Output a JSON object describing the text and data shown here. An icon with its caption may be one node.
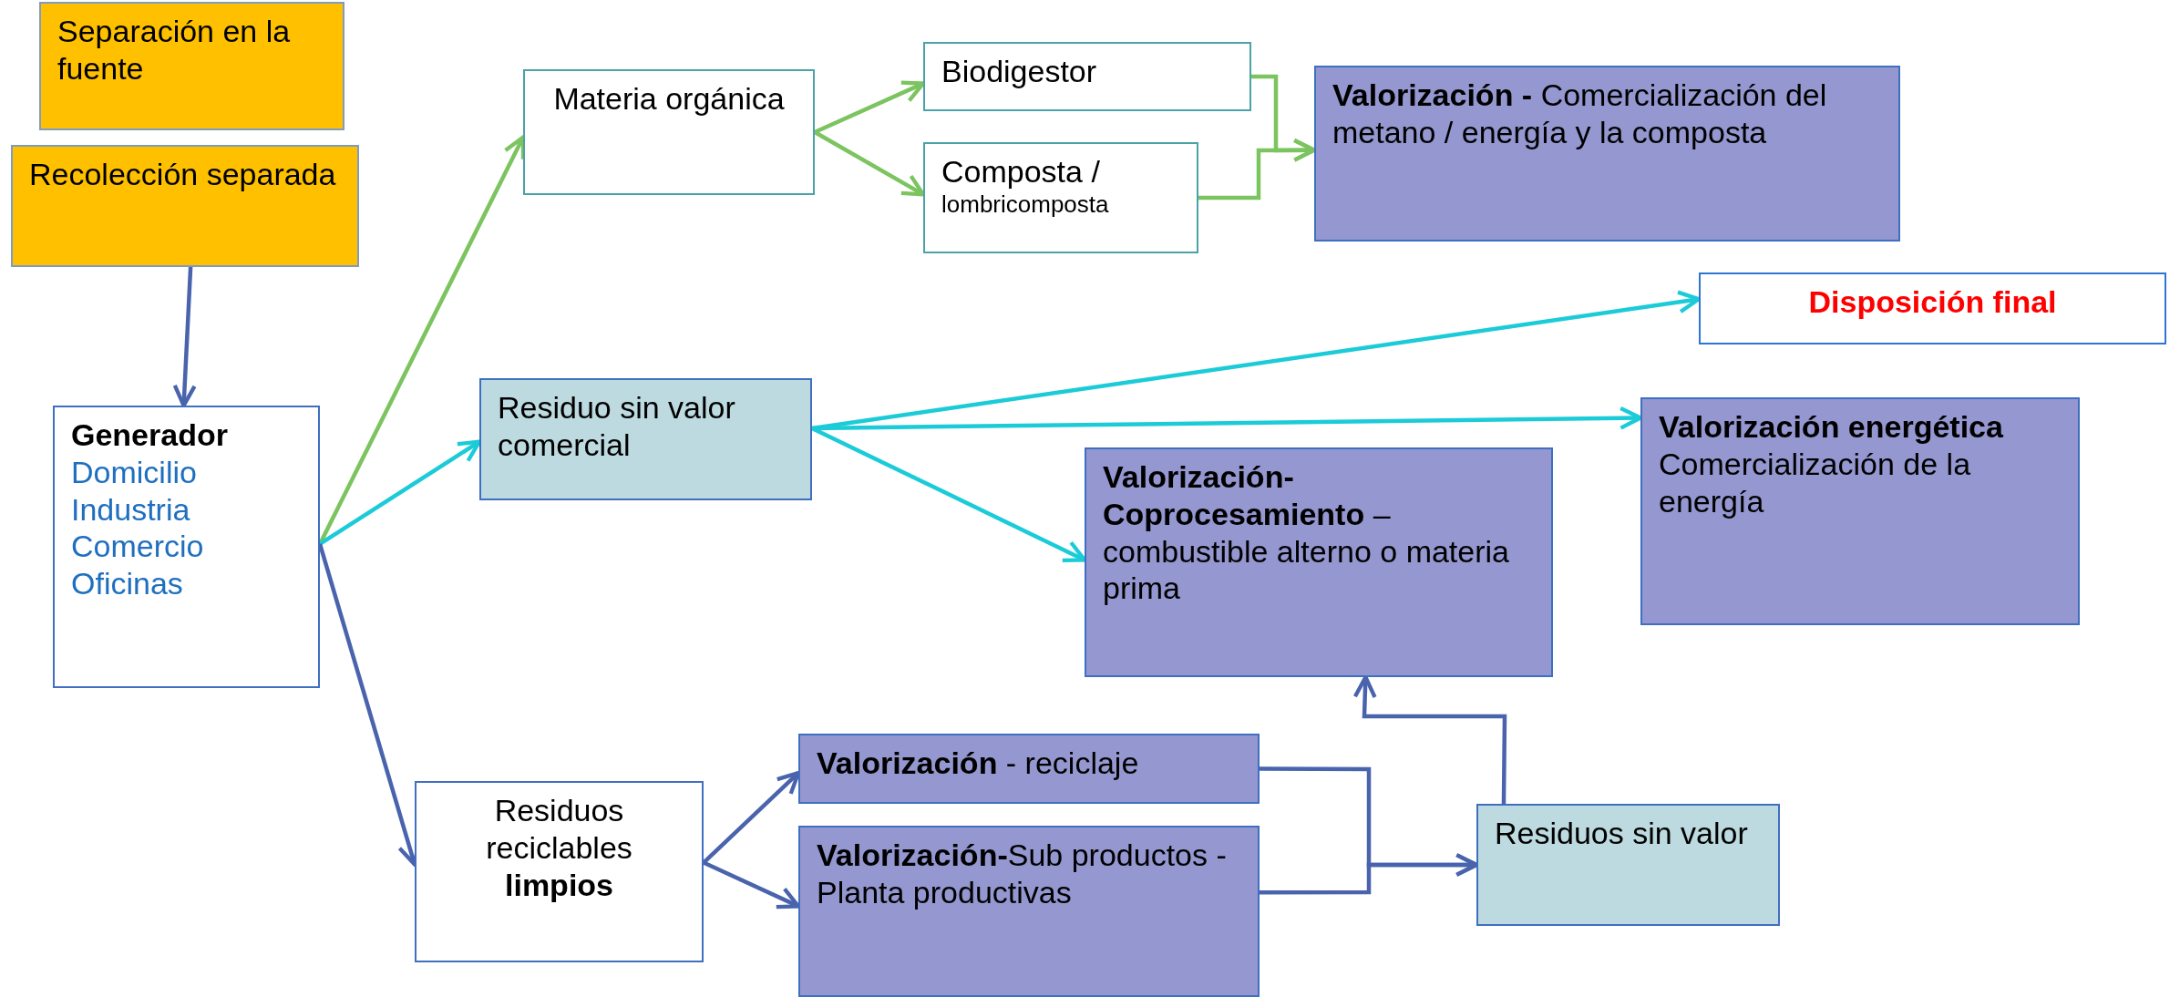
{
  "diagram": {
    "nodes": [
      {
        "text": [
          "Separación en la fuente"
        ]
      },
      {
        "text": [
          "Recolección separada"
        ]
      },
      {
        "text": [
          "Generador",
          "Domicilio",
          "Industria",
          "Comercio",
          "Oficinas"
        ]
      },
      {
        "text": [
          "Materia orgánica"
        ]
      },
      {
        "text": [
          "Biodigestor"
        ]
      },
      {
        "text": [
          "Composta /",
          "lombricomposta"
        ]
      },
      {
        "text": [
          "**Valorización -** Comercialización del metano / energía  y la composta"
        ]
      },
      {
        "text": [
          "Disposición final"
        ]
      },
      {
        "text": [
          "Residuo sin valor comercial"
        ]
      },
      {
        "text": [
          "Valorización energética",
          "Comercialización de la energía"
        ]
      },
      {
        "text": [
          "**Valorización- Coprocesamiento** – combustible alterno o materia prima"
        ]
      },
      {
        "text": [
          "Residuos reciclables **limpios**"
        ]
      },
      {
        "text": [
          "**Valorización** - reciclaje"
        ]
      },
      {
        "text": [
          "**Valorización-**Sub productos - Planta productivas"
        ]
      },
      {
        "text": [
          "Residuos sin valor"
        ]
      }
    ],
    "edges": [
      {
        "from": 1,
        "to": 2,
        "arrow": "to"
      },
      {
        "from": 2,
        "to": 3,
        "arrow": "to",
        "color": "#7cc45f"
      },
      {
        "from": 2,
        "to": 8,
        "arrow": "to",
        "color": "#1ccbd8"
      },
      {
        "from": 2,
        "to": 11,
        "arrow": "to"
      },
      {
        "from": 3,
        "to": 4,
        "arrow": "to",
        "color": "#7cc45f"
      },
      {
        "from": 3,
        "to": 5,
        "arrow": "to",
        "color": "#7cc45f"
      },
      {
        "from": 4,
        "to": 6,
        "arrow": "to",
        "color": "#7cc45f"
      },
      {
        "from": 5,
        "to": 6,
        "arrow": "to",
        "color": "#7cc45f"
      },
      {
        "from": 8,
        "to": 7,
        "arrow": "to",
        "color": "#1ccbd8"
      },
      {
        "from": 8,
        "to": 9,
        "arrow": "to",
        "color": "#1ccbd8"
      },
      {
        "from": 8,
        "to": 10,
        "arrow": "to",
        "color": "#1ccbd8"
      },
      {
        "from": 11,
        "to": 12,
        "arrow": "to"
      },
      {
        "from": 11,
        "to": 13,
        "arrow": "to"
      },
      {
        "from": 12,
        "to": 14,
        "arrow": "to"
      },
      {
        "from": 13,
        "to": 14,
        "arrow": "to"
      },
      {
        "from": 14,
        "to": 10,
        "arrow": "to"
      }
    ]
  }
}
